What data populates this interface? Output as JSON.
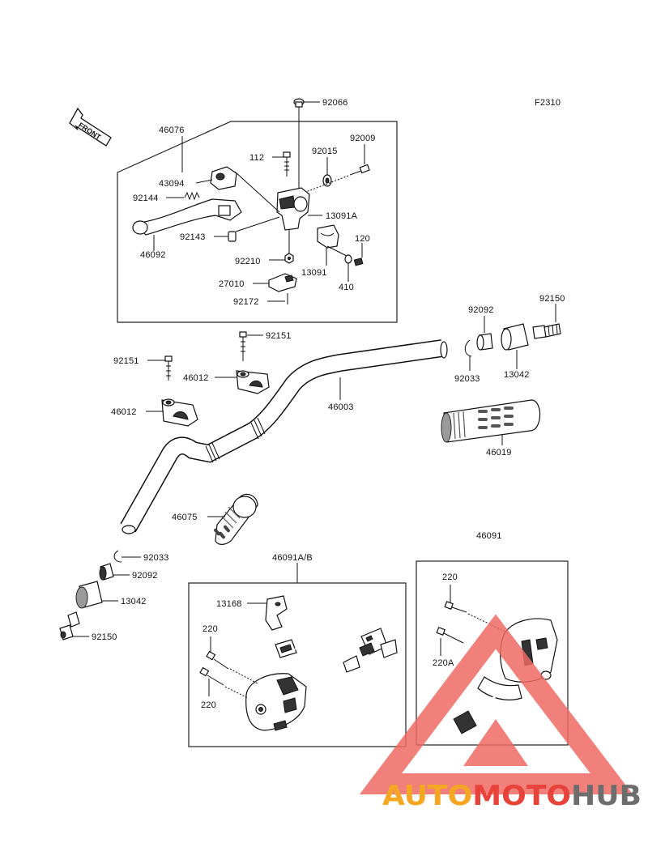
{
  "figure_code": "F2310",
  "front_label": "FRONT",
  "labels": {
    "p92066": "92066",
    "p46076": "46076",
    "p92009": "92009",
    "p112": "112",
    "p92015": "92015",
    "p43094": "43094",
    "p92144": "92144",
    "p13091A": "13091A",
    "p92143": "92143",
    "p120": "120",
    "p46092": "46092",
    "p92210": "92210",
    "p13091": "13091",
    "p410": "410",
    "p27010": "27010",
    "p92172": "92172",
    "p92092_top": "92092",
    "p92150_top": "92150",
    "p92151_right": "92151",
    "p92151_left": "92151",
    "p46012_upper": "46012",
    "p92033_top": "92033",
    "p13042_top": "13042",
    "p46003": "46003",
    "p46012_lower": "46012",
    "p46019": "46019",
    "p46075": "46075",
    "p46091": "46091",
    "p92033_bottom": "92033",
    "p46091AB": "46091A/B",
    "p92092_bottom": "92092",
    "p220_right": "220",
    "p13042_bottom": "13042",
    "p13168": "13168",
    "p220_left_top": "220",
    "p92150_bottom": "92150",
    "p220A": "220A",
    "p220_left_bottom": "220"
  },
  "watermark": {
    "part1": "AUTO",
    "part2": "MOTO",
    "part3": "HUB",
    "colors": {
      "orange": "#f5a623",
      "red": "#e8433a",
      "grey": "#6d6d6d",
      "triangle": "#ef6a63"
    }
  }
}
